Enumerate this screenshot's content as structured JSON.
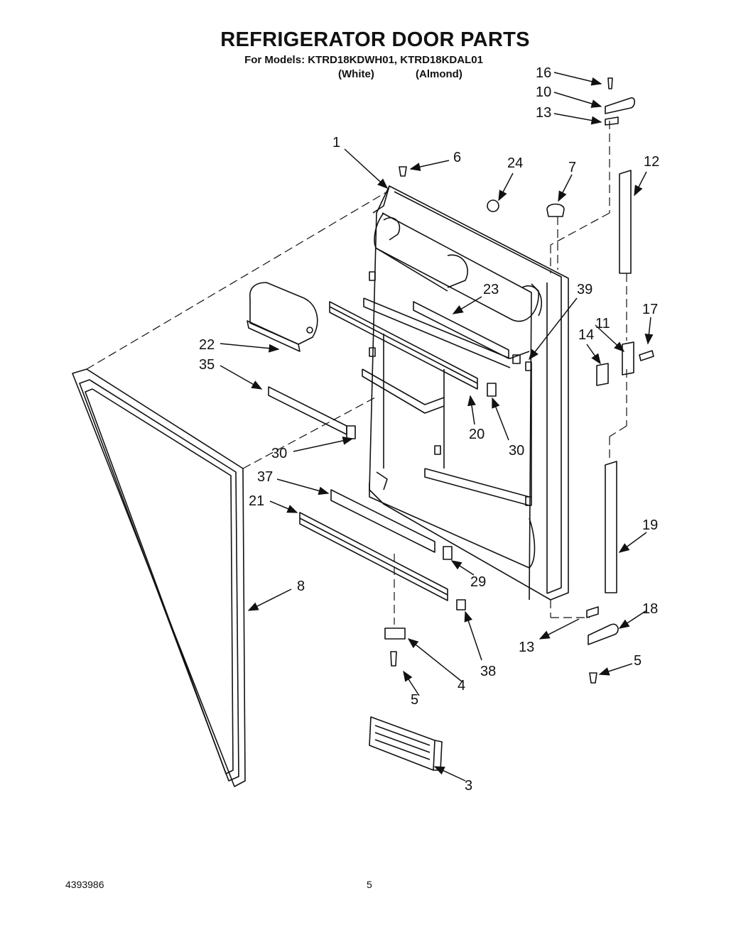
{
  "header": {
    "title": "REFRIGERATOR DOOR PARTS",
    "models_line": "For Models: KTRD18KDWH01, KTRD18KDAL01",
    "variant_white": "(White)",
    "variant_almond": "(Almond)"
  },
  "footer": {
    "doc_number": "4393986",
    "page_number": "5"
  },
  "callouts": {
    "c1": "1",
    "c3": "3",
    "c4": "4",
    "c5a": "5",
    "c5b": "5",
    "c6": "6",
    "c7": "7",
    "c8": "8",
    "c10": "10",
    "c11": "11",
    "c12": "12",
    "c13a": "13",
    "c13b": "13",
    "c14": "14",
    "c16": "16",
    "c17": "17",
    "c18": "18",
    "c19": "19",
    "c20": "20",
    "c21": "21",
    "c22": "22",
    "c23": "23",
    "c24": "24",
    "c29": "29",
    "c30a": "30",
    "c30b": "30",
    "c35": "35",
    "c37": "37",
    "c38": "38",
    "c39": "39"
  }
}
